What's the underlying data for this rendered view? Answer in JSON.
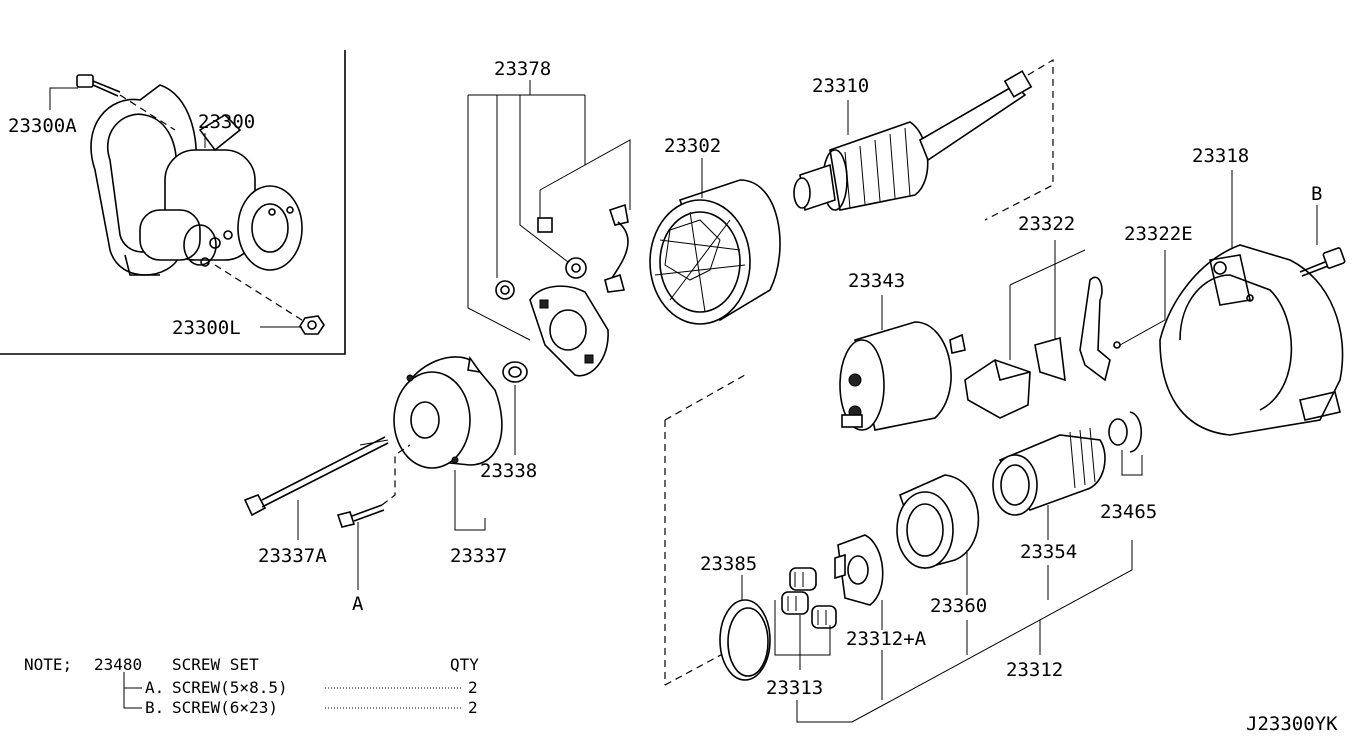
{
  "labels": {
    "p23300A": "23300A",
    "p23300": "23300",
    "p23300L": "23300L",
    "p23378": "23378",
    "p23310": "23310",
    "p23302": "23302",
    "p23318": "23318",
    "pB": "B",
    "p23322": "23322",
    "p23322E": "23322E",
    "p23343": "23343",
    "p23338": "23338",
    "p23337": "23337",
    "p23337A": "23337A",
    "pA": "A",
    "p23465": "23465",
    "p23354": "23354",
    "p23385": "23385",
    "p23360": "23360",
    "p23312A": "23312+A",
    "p23312": "23312",
    "p23313": "23313"
  },
  "note": {
    "prefix": "NOTE;",
    "part_no": "23480",
    "title": "SCREW SET",
    "qty_header": "QTY",
    "rows": [
      {
        "key": "A.",
        "desc": "SCREW(5×8.5)",
        "qty": "2"
      },
      {
        "key": "B.",
        "desc": "SCREW(6×23)",
        "qty": "2"
      }
    ]
  },
  "footer_code": "J23300YK"
}
